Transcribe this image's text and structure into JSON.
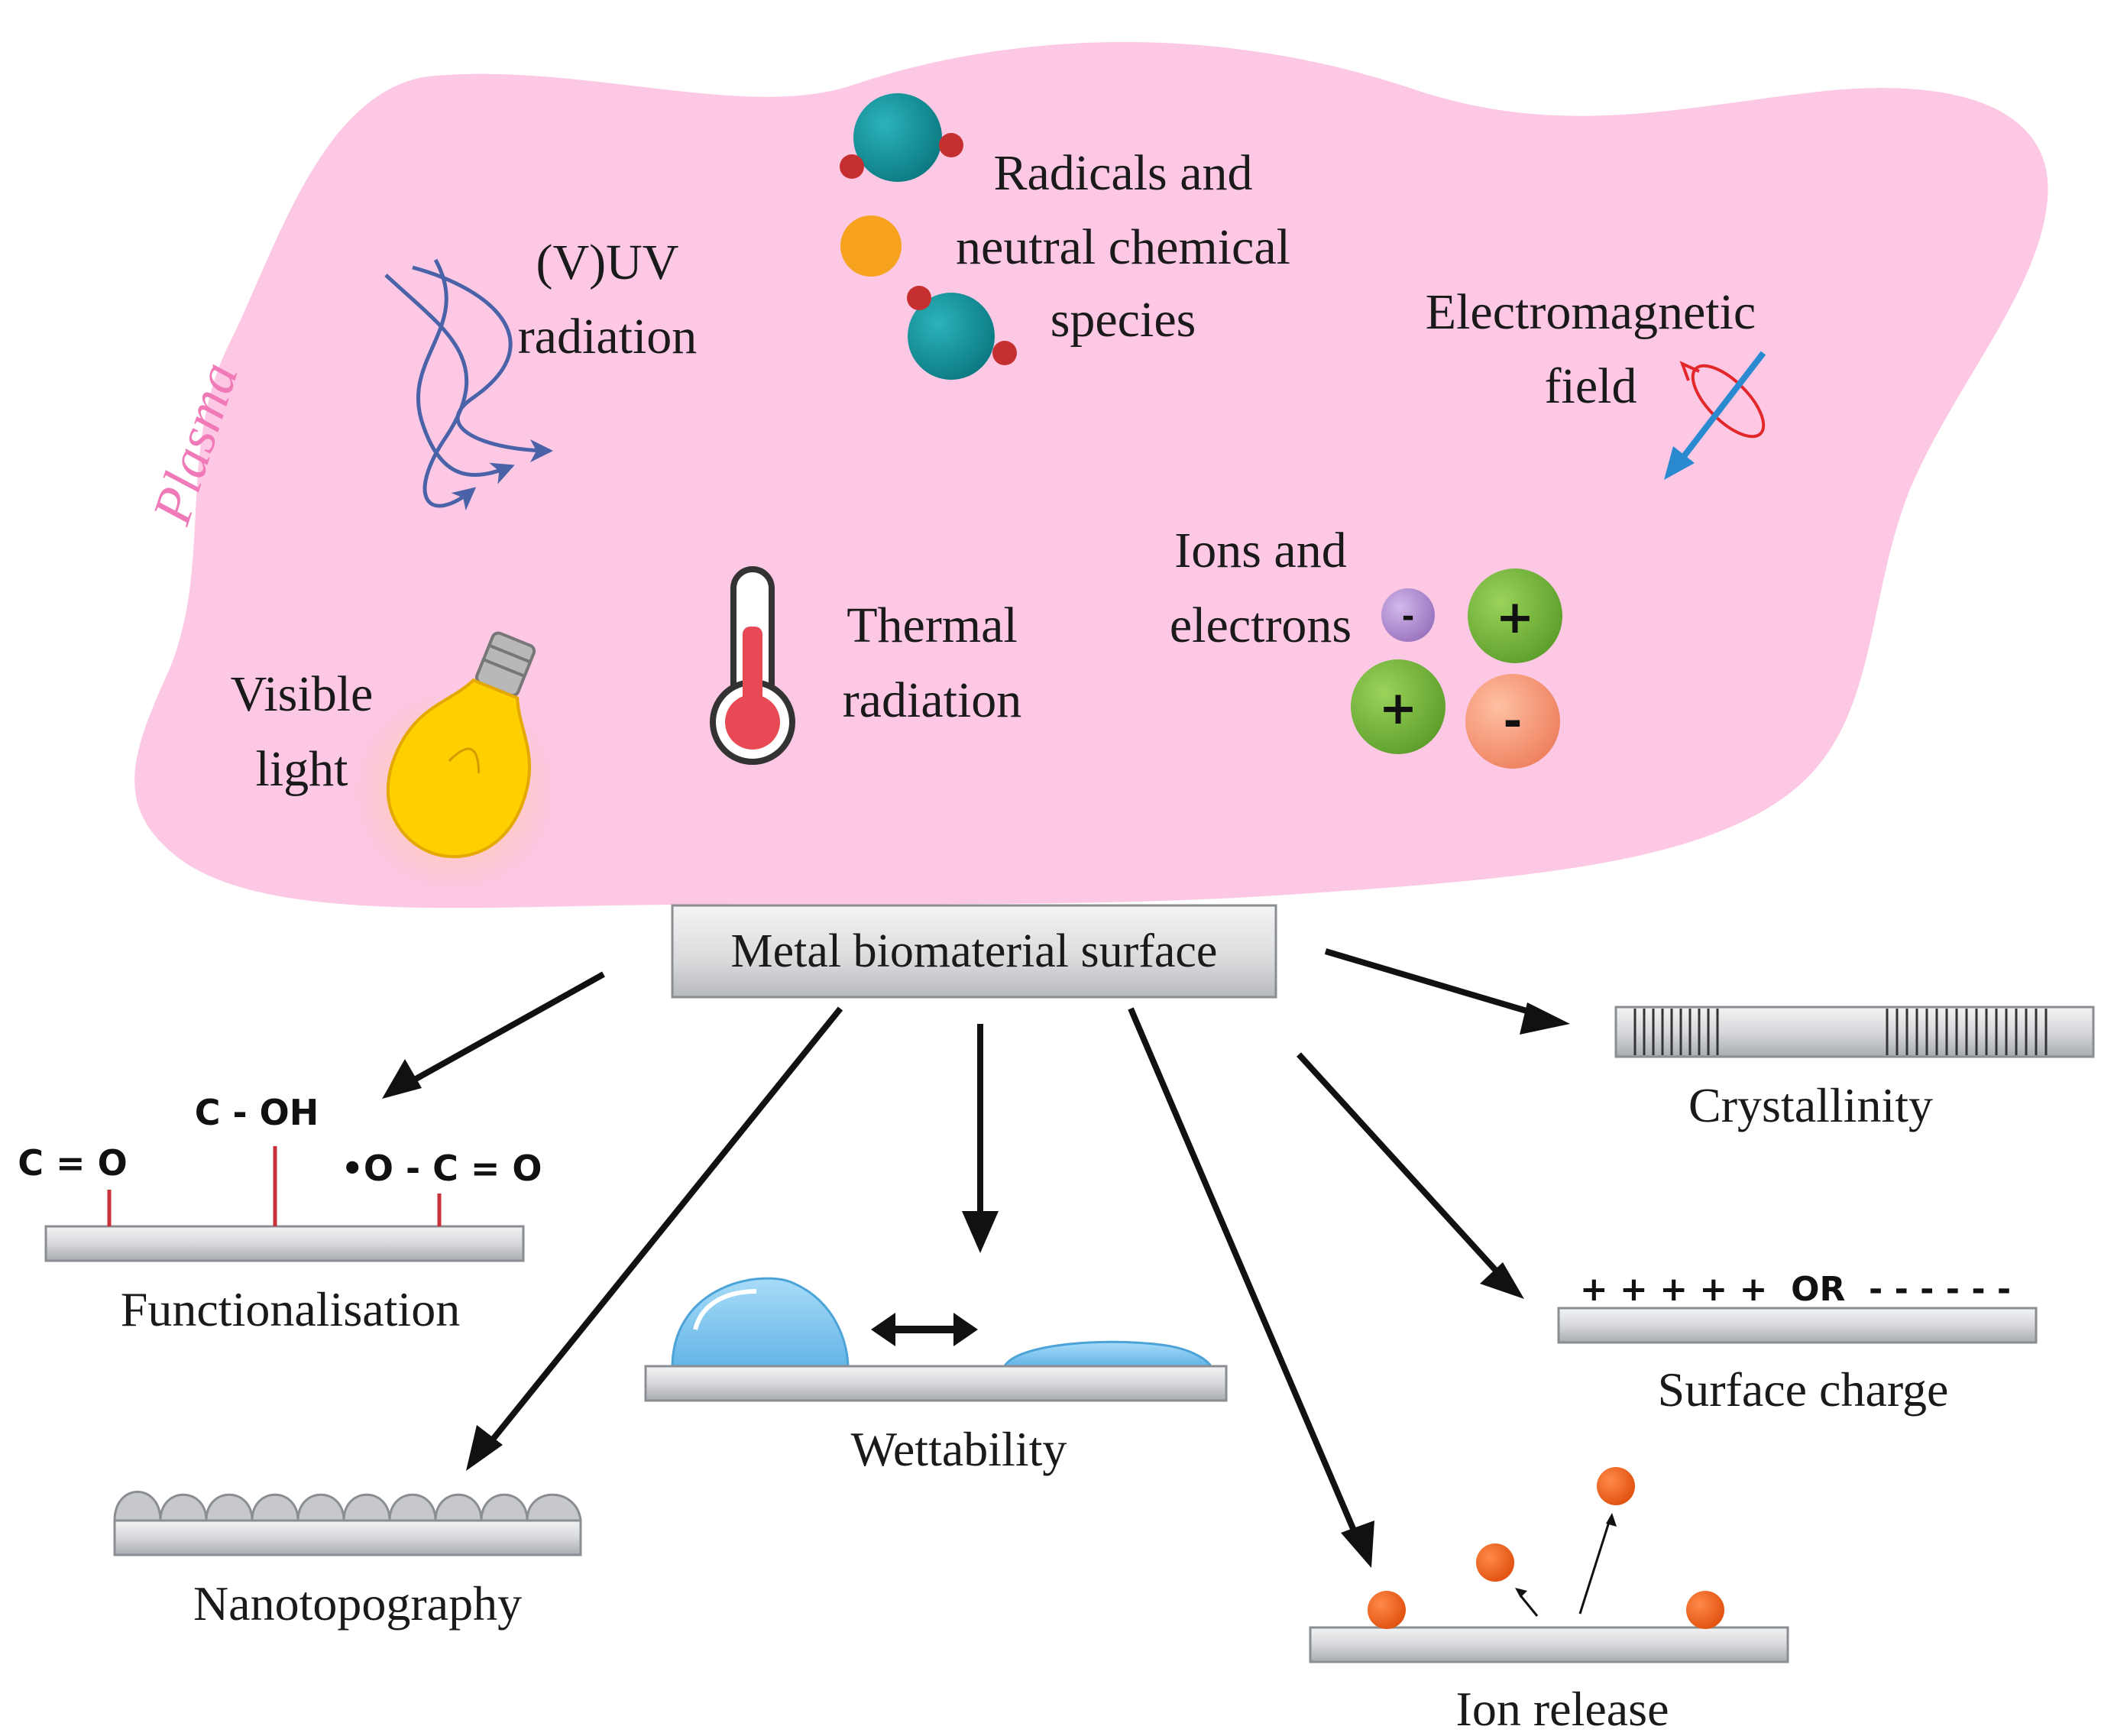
{
  "plasma_label": "Plasma",
  "sources": {
    "vuv": [
      "(V)UV",
      "radiation"
    ],
    "radicals": [
      "Radicals and",
      "neutral chemical",
      "species"
    ],
    "em_field": [
      "Electromagnetic",
      "field"
    ],
    "thermal": [
      "Thermal",
      "radiation"
    ],
    "ions": [
      "Ions and",
      "electrons"
    ],
    "visible": [
      "Visible",
      "light"
    ]
  },
  "ion_symbols": {
    "plus": "+",
    "minus": "-"
  },
  "center_box": "Metal biomaterial surface",
  "effects": {
    "functionalisation": {
      "label": "Functionalisation",
      "groups": [
        "C = O",
        "C - OH",
        "•O - C = O"
      ]
    },
    "nanotopography": {
      "label": "Nanotopography"
    },
    "wettability": {
      "label": "Wettability"
    },
    "ion_release": {
      "label": "Ion release"
    },
    "surface_charge": {
      "label": "Surface charge",
      "charge_text": "+ + + + +  OR  - - - - - -"
    },
    "crystallinity": {
      "label": "Crystallinity"
    }
  },
  "colors": {
    "plasma_fill": "#fcc8e4",
    "plasma_label": "#f07ab8",
    "uv_lines": "#4a62a8",
    "molecule": "#138e96",
    "atom_red": "#c62f2f",
    "orange_atom": "#f6a21e",
    "em_arrow": "#2a8ad0",
    "em_loop": "#e3282b",
    "thermo_red": "#e84a55",
    "bulb_yellow": "#ffd000",
    "ion_plus": "#74b73c",
    "ion_minus_small": "#b08fd0",
    "ion_minus_large": "#f5a080",
    "func_stick": "#c8323a",
    "droplet": "#7cc4ef",
    "ion_release_ball": "#f26522",
    "slab": "#d4d6d9",
    "arrow": "#111111"
  }
}
